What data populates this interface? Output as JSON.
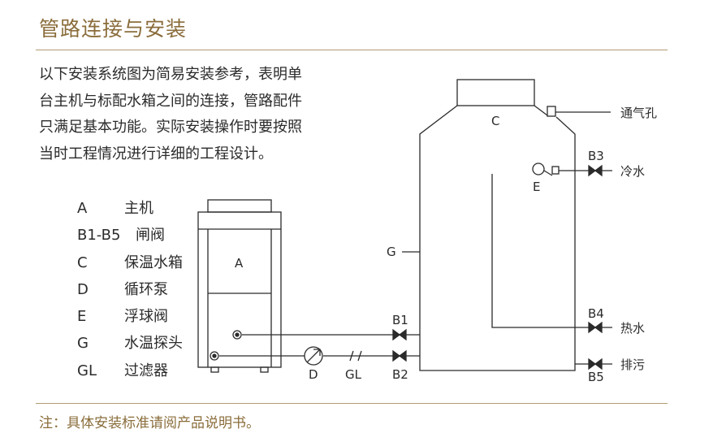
{
  "title": "管路连接与安装",
  "intro": "以下安装系统图为简易安装参考，表明单台主机与标配水箱之间的连接，管路配件只满足基本功能。实际安装操作时要按照当时工程情况进行详细的工程设计。",
  "legend": [
    {
      "code": "A",
      "desc": "主机"
    },
    {
      "code": "B1-B5",
      "desc": "闸阀"
    },
    {
      "code": "C",
      "desc": "保温水箱"
    },
    {
      "code": "D",
      "desc": "循环泵"
    },
    {
      "code": "E",
      "desc": "浮球阀"
    },
    {
      "code": "G",
      "desc": "水温探头"
    },
    {
      "code": "GL",
      "desc": "过滤器"
    }
  ],
  "diagram": {
    "labels": {
      "a": "A",
      "c": "C",
      "e": "E",
      "g": "G",
      "d": "D",
      "gl": "GL",
      "b1": "B1",
      "b2": "B2",
      "b3": "B3",
      "b4": "B4",
      "b5": "B5",
      "vent": "通气孔",
      "cold_water": "冷水",
      "hot_water": "热水",
      "drain": "排污"
    }
  },
  "note": "注：具体安装标准请阅产品说明书。",
  "colors": {
    "accent": "#8a6d3b",
    "rule": "#b39b74",
    "line": "#2b2b2b"
  }
}
